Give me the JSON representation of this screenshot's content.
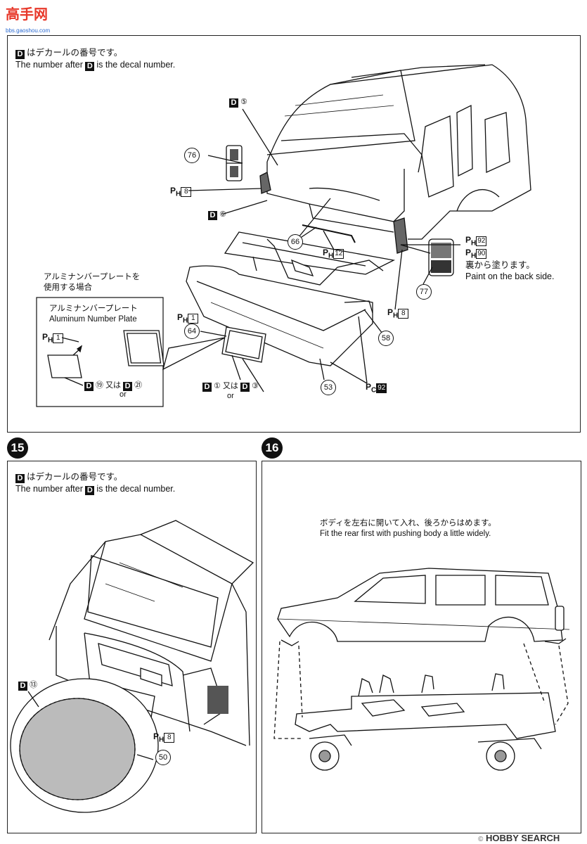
{
  "watermark_top": {
    "brand": "高手网",
    "sub": "bbs.gaoshou.com"
  },
  "watermark_bottom": {
    "logo": "HOBBY",
    "text": "SEARCH",
    "copyright": "©"
  },
  "step14": {
    "note_jp": "はデカールの番号です。",
    "note_en_before": "The number after",
    "note_en_after": "is the decal number.",
    "d_letter": "D",
    "parts": {
      "p76": "76",
      "p66": "66",
      "p64": "64",
      "p53": "53",
      "p58": "58",
      "p77": "77"
    },
    "refs": {
      "d5": "⑤",
      "d6": "⑥",
      "ph8a": "8",
      "ph12": "12",
      "ph1": "1",
      "ph92": "92",
      "ph90": "90",
      "ph8b": "8",
      "pc92": "92",
      "d1": "①",
      "d3": "③",
      "or_jp": "又は",
      "or_en": "or"
    },
    "paint_jp": "裏から塗ります。",
    "paint_en": "Paint on the back side.",
    "alu_caption_jp1": "アルミナンバープレートを",
    "alu_caption_jp2": "使用する場合",
    "alu_title_jp": "アルミナンバープレート",
    "alu_title_en": "Aluminum Number Plate",
    "alu_ph1": "1",
    "alu_d19": "⑲",
    "alu_d21": "㉑",
    "alu_or_jp": "又は",
    "alu_or_en": "or"
  },
  "step15": {
    "number": "15",
    "note_jp": "はデカールの番号です。",
    "note_en_before": "The number after",
    "note_en_after": "is the decal number.",
    "d13": "⑬",
    "ph8": "8",
    "p50": "50"
  },
  "step16": {
    "number": "16",
    "instr_jp": "ボディを左右に開いて入れ、後ろからはめます。",
    "instr_en": "Fit the rear first with pushing body a little widely."
  },
  "colors": {
    "ink": "#111111",
    "accent": "#e8392b",
    "paper": "#ffffff"
  }
}
